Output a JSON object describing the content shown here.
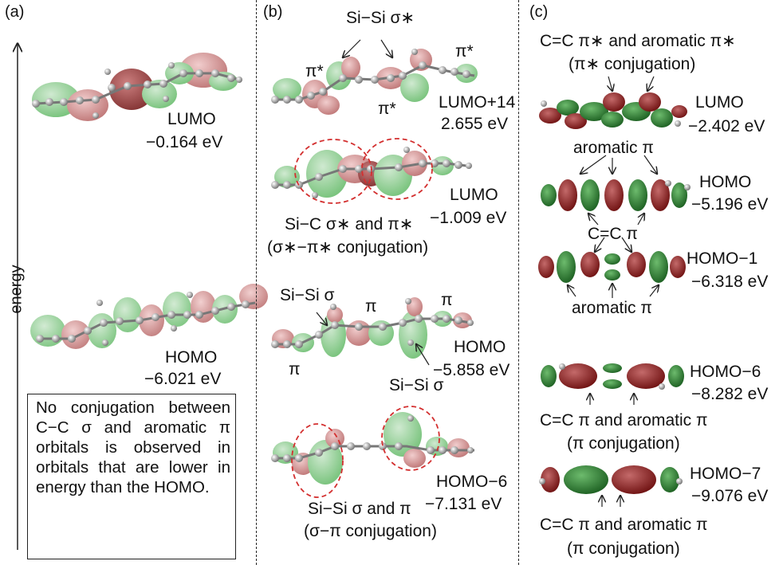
{
  "panels": {
    "a": "(a)",
    "b": "(b)",
    "c": "(c)"
  },
  "energy_axis": "energy",
  "panel_a": {
    "lumo_name": "LUMO",
    "lumo_energy": "−0.164 eV",
    "homo_name": "HOMO",
    "homo_energy": "−6.021 eV",
    "note": "No conjugation between C−C σ and aromatic π orbitals is observed in orbitals that are lower in energy than the HOMO."
  },
  "panel_b": {
    "lumo14_top_label": "Si−Si σ∗",
    "pi_star_1": "π*",
    "pi_star_2": "π*",
    "pi_star_3": "π*",
    "lumo14_name": "LUMO+14",
    "lumo14_energy": "2.655 eV",
    "lumo_name": "LUMO",
    "lumo_energy": "−1.009 eV",
    "lumo_caption_1": "Si−C σ∗ and π∗",
    "lumo_caption_2": "(σ∗−π∗ conjugation)",
    "homo_sisi_top": "Si−Si σ",
    "homo_pi_mid": "π",
    "homo_pi_right": "π",
    "homo_pi_left": "π",
    "homo_name": "HOMO",
    "homo_energy": "−5.858 eV",
    "homo_sisi_bottom": "Si−Si σ",
    "homo6_name": "HOMO−6",
    "homo6_energy": "−7.131 eV",
    "homo6_caption_1": "Si−Si σ and π",
    "homo6_caption_2": "(σ−π conjugation)"
  },
  "panel_c": {
    "lumo_caption_1": "C=C π∗ and aromatic π∗",
    "lumo_caption_2": "(π∗ conjugation)",
    "lumo_name": "LUMO",
    "lumo_energy": "−2.402 eV",
    "aromatic_pi_top": "aromatic π",
    "homo_name": "HOMO",
    "homo_energy": "−5.196 eV",
    "cc_pi": "C=C π",
    "homo1_name": "HOMO−1",
    "homo1_energy": "−6.318 eV",
    "aromatic_pi_bottom": "aromatic π",
    "homo6_name": "HOMO−6",
    "homo6_energy": "−8.282 eV",
    "homo6_caption_1": "C=C π and aromatic π",
    "homo6_caption_2": "(π conjugation)",
    "homo7_name": "HOMO−7",
    "homo7_energy": "−9.076 eV",
    "homo7_caption_1": "C=C π and aromatic π",
    "homo7_caption_2": "(π conjugation)"
  },
  "colors": {
    "lobe_green": "#2e7d32",
    "lobe_red": "#8b1a1a",
    "lobe_green_soft": "#8fc79a",
    "lobe_red_soft": "#c98a8a",
    "circle_red": "#d32f2f"
  }
}
